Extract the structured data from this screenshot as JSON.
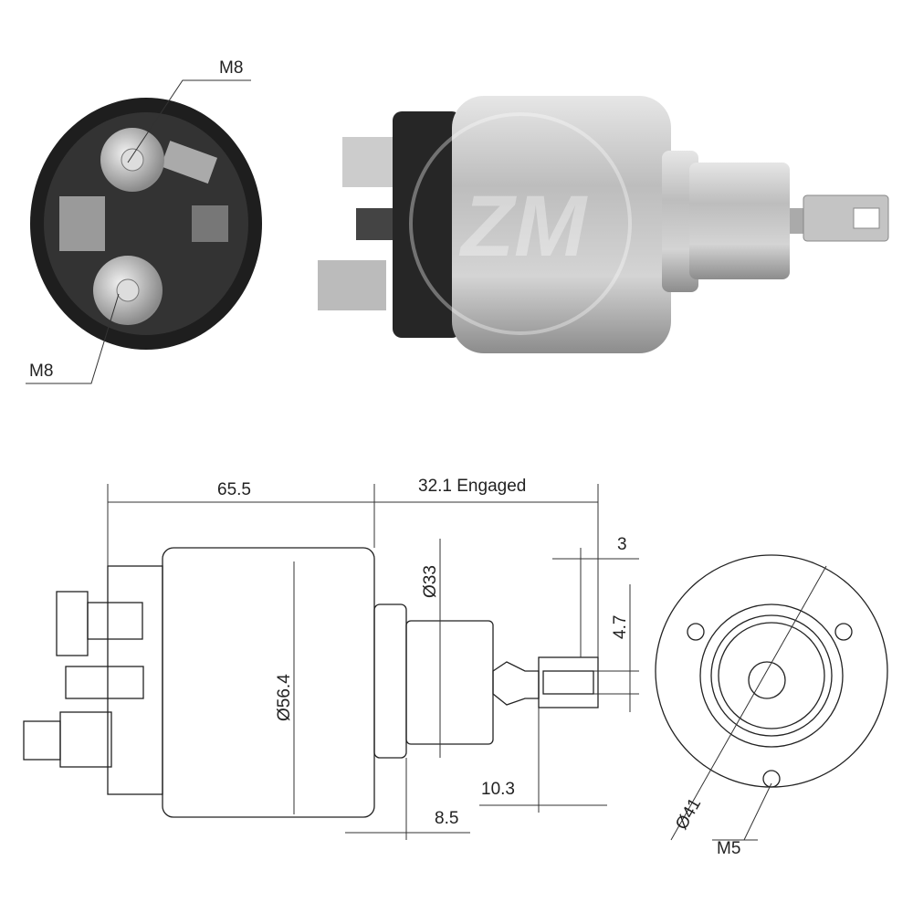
{
  "photo_labels": {
    "top_terminal": "M8",
    "bottom_terminal": "M8"
  },
  "dimensions": {
    "body_length": "65.5",
    "engaged_stroke": "32.1 Engaged",
    "tab_thickness": "3",
    "step_diameter": "Ø33",
    "tab_slot": "4.7",
    "body_diameter": "Ø56.4",
    "tab_length": "10.3",
    "step_length": "8.5",
    "mount_circle": "Ø41",
    "mount_thread": "M5"
  },
  "watermark": "ZM",
  "colors": {
    "housing_dark": "#2a2a2a",
    "body_silver": "#c8c8c8",
    "line": "#222222"
  }
}
